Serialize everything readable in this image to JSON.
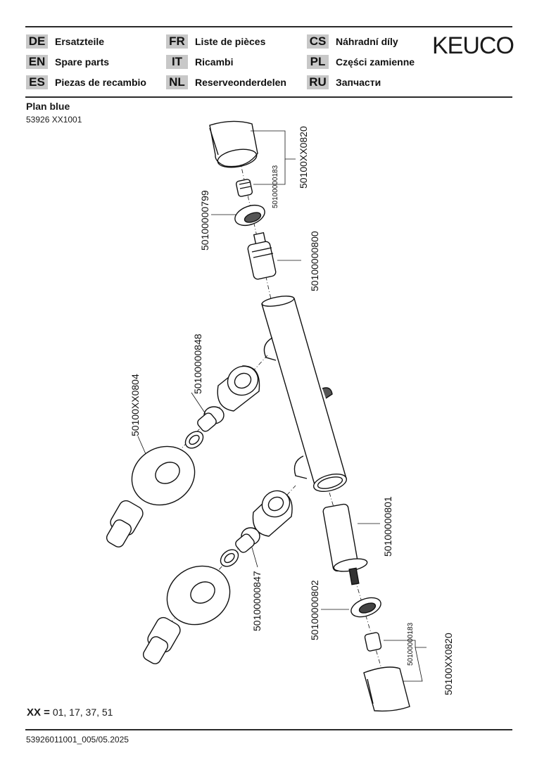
{
  "brand": {
    "logo": "KEUCO"
  },
  "languages": [
    {
      "code": "DE",
      "label": "Ersatzteile"
    },
    {
      "code": "EN",
      "label": "Spare parts"
    },
    {
      "code": "ES",
      "label": "Piezas de recambio"
    },
    {
      "code": "FR",
      "label": "Liste de pièces"
    },
    {
      "code": "IT",
      "label": "Ricambi"
    },
    {
      "code": "NL",
      "label": "Reserveonderdelen"
    },
    {
      "code": "CS",
      "label": "Náhradní díly"
    },
    {
      "code": "PL",
      "label": "Części zamienne"
    },
    {
      "code": "RU",
      "label": "Запчасти"
    }
  ],
  "product": {
    "name": "Plan blue",
    "code": "53926 XX1001"
  },
  "parts": {
    "handle_top": "50100XX0820",
    "adapter_top": "50100000183",
    "ring_top": "50100000799",
    "cartridge_top": "50100000800",
    "escutcheon": "50100XX0804",
    "check_valve_upper": "50100000848",
    "check_valve_lower": "50100000847",
    "cartridge_bottom": "50100000801",
    "ring_bottom": "50100000802",
    "adapter_bottom": "50100000183",
    "handle_bottom": "50100XX0820"
  },
  "footer": {
    "xx_label": "XX =",
    "xx_values": "01, 17, 37, 51",
    "document_id": "53926011001_005/05.2025"
  },
  "colors": {
    "badge_bg": "#c8c8c8",
    "rule": "#2a2a2a",
    "line": "#111111"
  }
}
